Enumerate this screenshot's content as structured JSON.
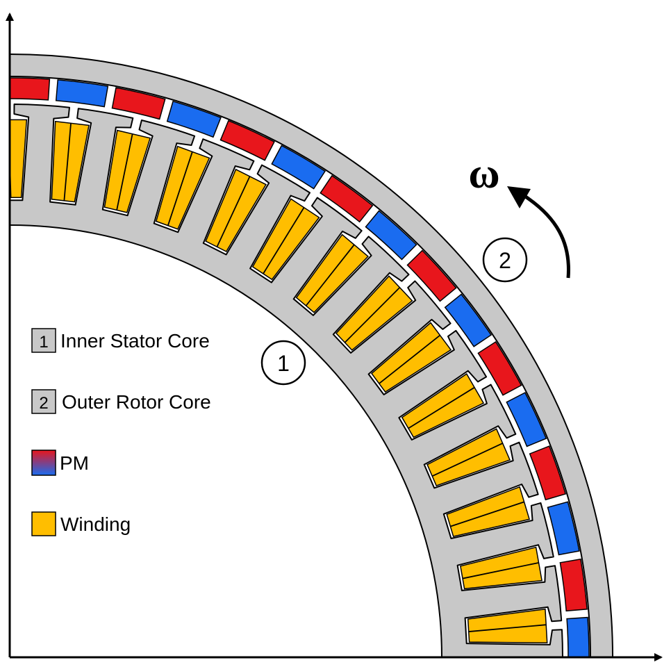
{
  "colors": {
    "core": "#c8c8c8",
    "pm_red": "#e8161c",
    "pm_blue": "#1a6cf0",
    "winding": "#ffbe00",
    "stroke": "#000000",
    "background": "#ffffff"
  },
  "legend": [
    {
      "key": "inner-stator",
      "swatch": "core",
      "number": "1",
      "label": "Inner Stator Core"
    },
    {
      "key": "outer-rotor",
      "swatch": "core",
      "number": "2",
      "label": "Outer Rotor Core"
    },
    {
      "key": "pm",
      "swatch": "pm",
      "number": "",
      "label": "PM"
    },
    {
      "key": "winding",
      "swatch": "winding",
      "number": "",
      "label": "Winding"
    }
  ],
  "callouts": {
    "stator_number": "1",
    "rotor_number": "2"
  },
  "rotation_symbol": "ω",
  "structure": {
    "stator_slots_in_view": 14,
    "magnets_in_view": 16,
    "magnet_pattern": [
      "red",
      "blue"
    ],
    "rotation_direction": "counter-clockwise"
  }
}
